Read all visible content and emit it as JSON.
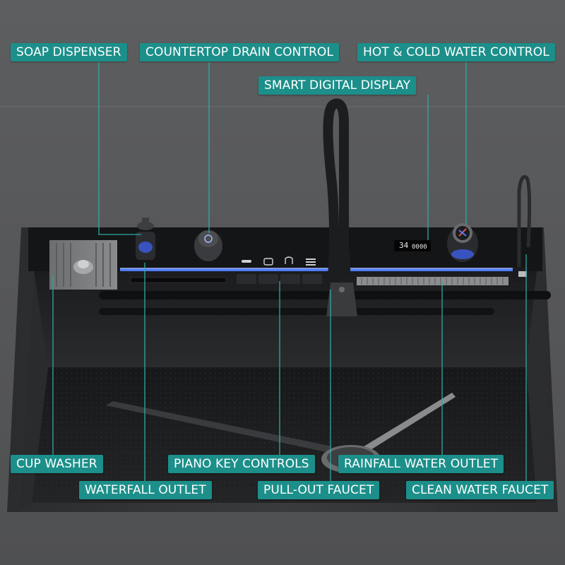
{
  "labels": {
    "soap_dispenser": "SOAP DISPENSER",
    "countertop_drain_control": "COUNTERTOP DRAIN CONTROL",
    "hot_cold_water_control": "HOT & COLD WATER CONTROL",
    "smart_digital_display": "SMART DIGITAL DISPLAY",
    "cup_washer": "CUP WASHER",
    "piano_key_controls": "PIANO KEY CONTROLS",
    "rainfall_water_outlet": "RAINFALL WATER OUTLET",
    "waterfall_outlet": "WATERFALL OUTLET",
    "pull_out_faucet": "PULL-OUT FAUCET",
    "clean_water_faucet": "CLEAN WATER FAUCET"
  },
  "display": {
    "temperature": "34",
    "reading": "0000"
  },
  "colors": {
    "label_bg": "#1c8f8a",
    "leader_line": "#2fa9a3",
    "countertop": "#58595b",
    "sink": "#1e1f21",
    "led_strip": "#4f7cff"
  }
}
